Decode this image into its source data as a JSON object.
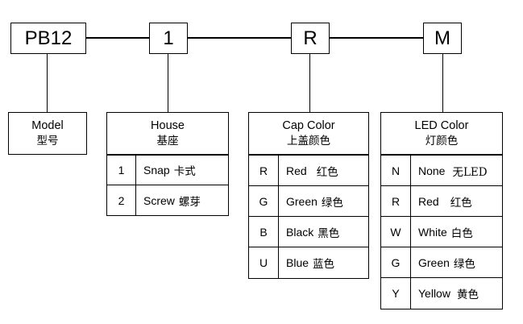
{
  "part_code": [
    {
      "label": "PB12"
    },
    {
      "label": "1"
    },
    {
      "label": "R"
    },
    {
      "label": "M"
    }
  ],
  "model": {
    "title_en": "Model",
    "title_zh": "型号"
  },
  "house": {
    "title_en": "House",
    "title_zh": "基座",
    "options": [
      {
        "code": "1",
        "name_en": "Snap",
        "name_zh": "卡式"
      },
      {
        "code": "2",
        "name_en": "Screw",
        "name_zh": "螺芽"
      }
    ]
  },
  "cap_color": {
    "title_en": "Cap Color",
    "title_zh": "上盖颜色",
    "options": [
      {
        "code": "R",
        "name_en": "Red",
        "name_zh": "红色"
      },
      {
        "code": "G",
        "name_en": "Green",
        "name_zh": "绿色"
      },
      {
        "code": "B",
        "name_en": "Black",
        "name_zh": "黑色"
      },
      {
        "code": "U",
        "name_en": "Blue",
        "name_zh": "蓝色"
      }
    ]
  },
  "led_color": {
    "title_en": "LED Color",
    "title_zh": "灯颜色",
    "options": [
      {
        "code": "N",
        "name_en": "None",
        "name_zh": "无LED"
      },
      {
        "code": "R",
        "name_en": "Red",
        "name_zh": "红色"
      },
      {
        "code": "W",
        "name_en": "White",
        "name_zh": "白色"
      },
      {
        "code": "G",
        "name_en": "Green",
        "name_zh": "绿色"
      },
      {
        "code": "Y",
        "name_en": "Yellow",
        "name_zh": "黄色"
      }
    ]
  }
}
